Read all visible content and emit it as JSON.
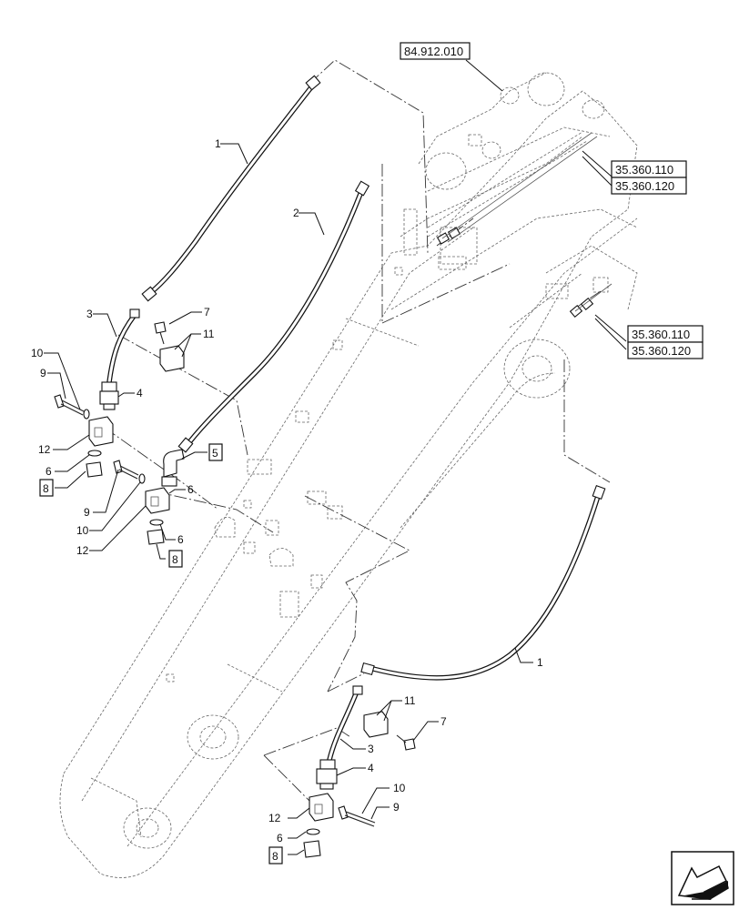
{
  "references": {
    "top": "84.912.010",
    "upper_a": "35.360.110",
    "upper_b": "35.360.120",
    "mid_a": "35.360.110",
    "mid_b": "35.360.120"
  },
  "callouts": {
    "c1": "1",
    "c2": "2",
    "c3": "3",
    "c4": "4",
    "c5": "5",
    "c6": "6",
    "c7": "7",
    "c8": "8",
    "c9": "9",
    "c10": "10",
    "c11": "11",
    "c12": "12"
  }
}
